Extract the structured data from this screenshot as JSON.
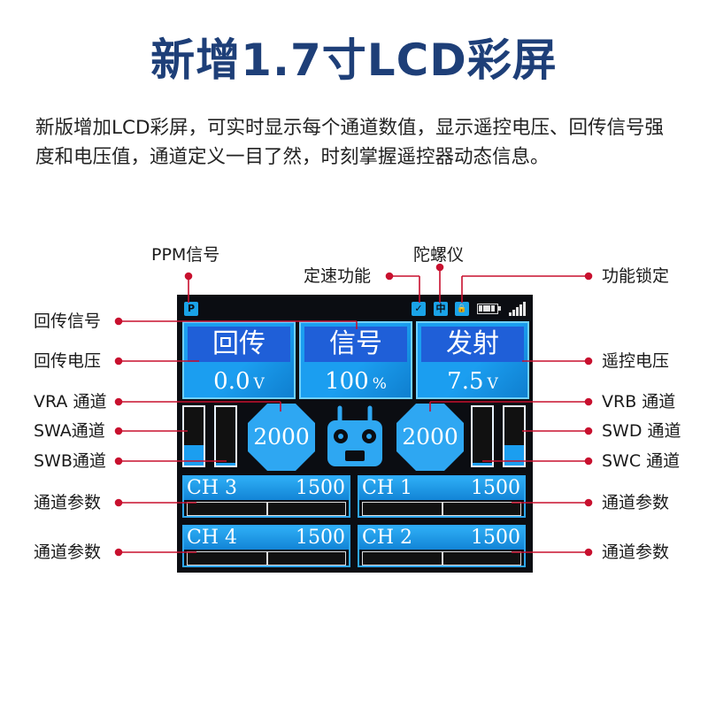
{
  "title": "新增1.7寸LCD彩屏",
  "description": "新版增加LCD彩屏，可实时显示每个通道数值，显示遥控电压、回传信号强度和电压值，通道定义一目了然，时刻掌握遥控器动态信息。",
  "lcd": {
    "status_icons": {
      "ppm": "P",
      "speed": "✓",
      "gyro": "中",
      "lock": "🔒"
    },
    "panels": [
      {
        "head": "回传",
        "value": "0.0",
        "unit": "V"
      },
      {
        "head": "信号",
        "value": "100",
        "unit": "%"
      },
      {
        "head": "发射",
        "value": "7.5",
        "unit": "V"
      }
    ],
    "knobs": {
      "vra": "2000",
      "vrb": "2000"
    },
    "sliders": {
      "swa": 0.35,
      "swb": 0.05,
      "swc": 0.05,
      "swd": 0.35
    },
    "channels": [
      {
        "name": "CH  3",
        "value": "1500"
      },
      {
        "name": "CH  1",
        "value": "1500"
      },
      {
        "name": "CH  4",
        "value": "1500"
      },
      {
        "name": "CH  2",
        "value": "1500"
      }
    ]
  },
  "callouts": {
    "ppm": "PPM信号",
    "gyro": "陀螺仪",
    "speed": "定速功能",
    "lock": "功能锁定",
    "return_signal": "回传信号",
    "return_voltage": "回传电压",
    "remote_voltage": "遥控电压",
    "vra": "VRA 通道",
    "vrb": "VRB 通道",
    "swa": "SWA通道",
    "swd": "SWD 通道",
    "swb": "SWB通道",
    "swc": "SWC 通道",
    "param_l1": "通道参数",
    "param_r1": "通道参数",
    "param_l2": "通道参数",
    "param_r2": "通道参数"
  },
  "colors": {
    "title": "#1e3f78",
    "accent": "#1b9ef0",
    "callout_dot": "#c8102e"
  }
}
